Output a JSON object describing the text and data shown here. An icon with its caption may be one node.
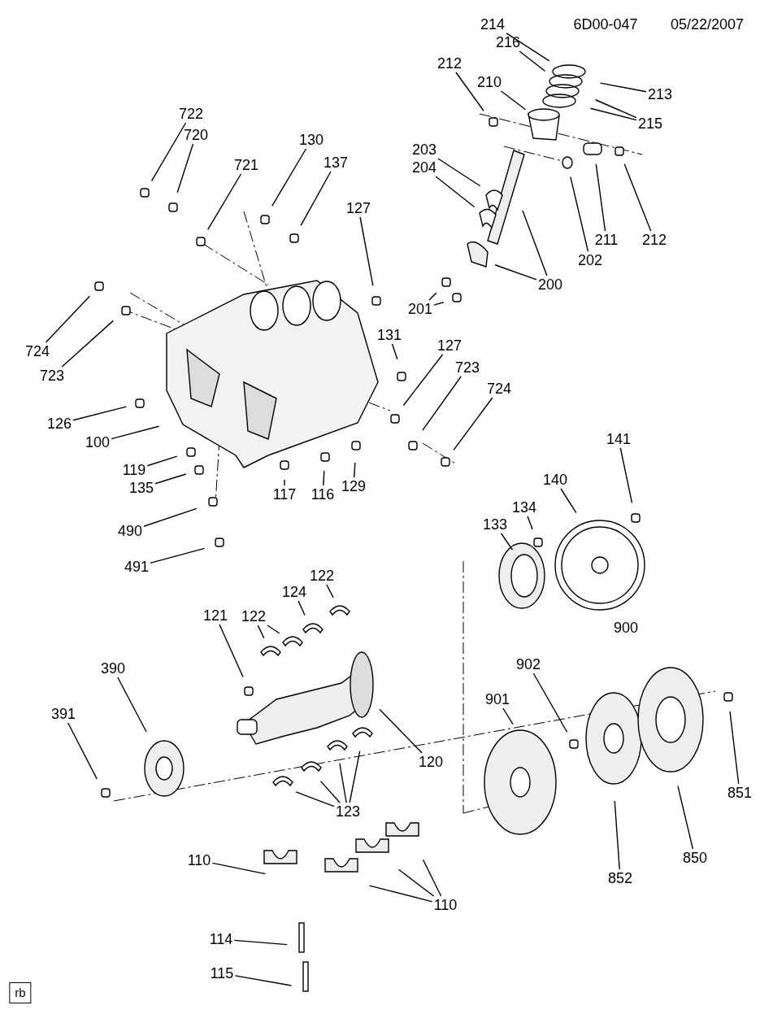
{
  "diagram": {
    "nodes": [
      {
        "text": [
          "722"
        ]
      },
      {
        "text": [
          "720"
        ]
      },
      {
        "text": [
          "721"
        ]
      },
      {
        "text": [
          "130"
        ]
      },
      {
        "text": [
          "137"
        ]
      },
      {
        "text": [
          "127"
        ]
      },
      {
        "text": [
          "214"
        ]
      },
      {
        "text": [
          "216"
        ]
      },
      {
        "text": [
          "210"
        ]
      },
      {
        "text": [
          "212"
        ]
      },
      {
        "text": [
          "213"
        ]
      },
      {
        "text": [
          "215"
        ]
      },
      {
        "text": [
          "203"
        ]
      },
      {
        "text": [
          "204"
        ]
      },
      {
        "text": [
          "211"
        ]
      },
      {
        "text": [
          "212"
        ]
      },
      {
        "text": [
          "202"
        ]
      },
      {
        "text": [
          "200"
        ]
      },
      {
        "text": [
          "201"
        ]
      },
      {
        "text": [
          "724"
        ]
      },
      {
        "text": [
          "723"
        ]
      },
      {
        "text": [
          "131"
        ]
      },
      {
        "text": [
          "127"
        ]
      },
      {
        "text": [
          "723"
        ]
      },
      {
        "text": [
          "724"
        ]
      },
      {
        "text": [
          "126"
        ]
      },
      {
        "text": [
          "100"
        ]
      },
      {
        "text": [
          "119"
        ]
      },
      {
        "text": [
          "135"
        ]
      },
      {
        "text": [
          "117"
        ]
      },
      {
        "text": [
          "116"
        ]
      },
      {
        "text": [
          "129"
        ]
      },
      {
        "text": [
          "490"
        ]
      },
      {
        "text": [
          "491"
        ]
      },
      {
        "text": [
          "141"
        ]
      },
      {
        "text": [
          "140"
        ]
      },
      {
        "text": [
          "134"
        ]
      },
      {
        "text": [
          "133"
        ]
      },
      {
        "text": [
          "122"
        ]
      },
      {
        "text": [
          "124"
        ]
      },
      {
        "text": [
          "122"
        ]
      },
      {
        "text": [
          "121"
        ]
      },
      {
        "text": [
          "390"
        ]
      },
      {
        "text": [
          "391"
        ]
      },
      {
        "text": [
          "120"
        ]
      },
      {
        "text": [
          "901"
        ]
      },
      {
        "text": [
          "902"
        ]
      },
      {
        "text": [
          "852"
        ]
      },
      {
        "text": [
          "850"
        ]
      },
      {
        "text": [
          "851"
        ]
      },
      {
        "text": [
          "123"
        ]
      },
      {
        "text": [
          "110"
        ]
      },
      {
        "text": [
          "110"
        ]
      },
      {
        "text": [
          "114"
        ]
      },
      {
        "text": [
          "115"
        ]
      }
    ],
    "edges": [
      {
        "from": 0,
        "to": null,
        "arrow": "none"
      },
      {
        "from": 1,
        "to": null,
        "arrow": "none"
      },
      {
        "from": 2,
        "to": null,
        "arrow": "none"
      },
      {
        "from": 3,
        "to": null,
        "arrow": "none"
      },
      {
        "from": 4,
        "to": null,
        "arrow": "none"
      },
      {
        "from": 5,
        "to": null,
        "arrow": "none"
      },
      {
        "from": 6,
        "to": null,
        "arrow": "none"
      },
      {
        "from": 7,
        "to": null,
        "arrow": "none"
      },
      {
        "from": 8,
        "to": null,
        "arrow": "none"
      },
      {
        "from": 9,
        "to": null,
        "arrow": "none"
      },
      {
        "from": 10,
        "to": null,
        "arrow": "none"
      },
      {
        "from": 11,
        "to": null,
        "arrow": "none"
      },
      {
        "from": 11,
        "to": null,
        "arrow": "none"
      },
      {
        "from": 12,
        "to": null,
        "arrow": "none"
      },
      {
        "from": 13,
        "to": null,
        "arrow": "none"
      },
      {
        "from": 14,
        "to": null,
        "arrow": "none"
      },
      {
        "from": 15,
        "to": null,
        "arrow": "none"
      },
      {
        "from": 16,
        "to": null,
        "arrow": "none"
      },
      {
        "from": 17,
        "to": null,
        "arrow": "none"
      },
      {
        "from": 17,
        "to": null,
        "arrow": "none"
      },
      {
        "from": 18,
        "to": null,
        "arrow": "none"
      },
      {
        "from": 18,
        "to": null,
        "arrow": "none"
      },
      {
        "from": 19,
        "to": null,
        "arrow": "none"
      },
      {
        "from": 20,
        "to": null,
        "arrow": "none"
      },
      {
        "from": 21,
        "to": null,
        "arrow": "none"
      },
      {
        "from": 22,
        "to": null,
        "arrow": "none"
      },
      {
        "from": 23,
        "to": null,
        "arrow": "none"
      },
      {
        "from": 24,
        "to": null,
        "arrow": "none"
      },
      {
        "from": 25,
        "to": null,
        "arrow": "none"
      },
      {
        "from": 26,
        "to": null,
        "arrow": "none"
      },
      {
        "from": 27,
        "to": null,
        "arrow": "none"
      },
      {
        "from": 28,
        "to": null,
        "arrow": "none"
      },
      {
        "from": 29,
        "to": null,
        "arrow": "none"
      },
      {
        "from": 30,
        "to": null,
        "arrow": "none"
      },
      {
        "from": 31,
        "to": null,
        "arrow": "none"
      },
      {
        "from": 32,
        "to": null,
        "arrow": "none"
      },
      {
        "from": 33,
        "to": null,
        "arrow": "none"
      },
      {
        "from": 34,
        "to": null,
        "arrow": "none"
      },
      {
        "from": 35,
        "to": null,
        "arrow": "none"
      },
      {
        "from": 36,
        "to": null,
        "arrow": "none"
      },
      {
        "from": 37,
        "to": null,
        "arrow": "none"
      },
      {
        "from": 38,
        "to": null,
        "arrow": "none"
      },
      {
        "from": 39,
        "to": null,
        "arrow": "none"
      },
      {
        "from": 40,
        "to": null,
        "arrow": "none"
      },
      {
        "from": 40,
        "to": null,
        "arrow": "none"
      },
      {
        "from": 41,
        "to": null,
        "arrow": "none"
      },
      {
        "from": 42,
        "to": null,
        "arrow": "none"
      },
      {
        "from": 43,
        "to": null,
        "arrow": "none"
      },
      {
        "from": 44,
        "to": null,
        "arrow": "none"
      },
      {
        "from": 45,
        "to": null,
        "arrow": "none"
      },
      {
        "from": 46,
        "to": null,
        "arrow": "none"
      },
      {
        "from": 47,
        "to": null,
        "arrow": "none"
      },
      {
        "from": 48,
        "to": null,
        "arrow": "none"
      },
      {
        "from": 49,
        "to": null,
        "arrow": "none"
      },
      {
        "from": 50,
        "to": null,
        "arrow": "none"
      },
      {
        "from": 50,
        "to": null,
        "arrow": "none"
      },
      {
        "from": 50,
        "to": null,
        "arrow": "none"
      },
      {
        "from": 50,
        "to": null,
        "arrow": "none"
      },
      {
        "from": 51,
        "to": null,
        "arrow": "none"
      },
      {
        "from": 52,
        "to": null,
        "arrow": "none"
      },
      {
        "from": 52,
        "to": null,
        "arrow": "none"
      },
      {
        "from": 52,
        "to": null,
        "arrow": "none"
      },
      {
        "from": 53,
        "to": null,
        "arrow": "none"
      },
      {
        "from": 54,
        "to": null,
        "arrow": "none"
      }
    ],
    "labels": [
      "6D00-047",
      "05/22/2007",
      "900",
      "rb"
    ]
  }
}
